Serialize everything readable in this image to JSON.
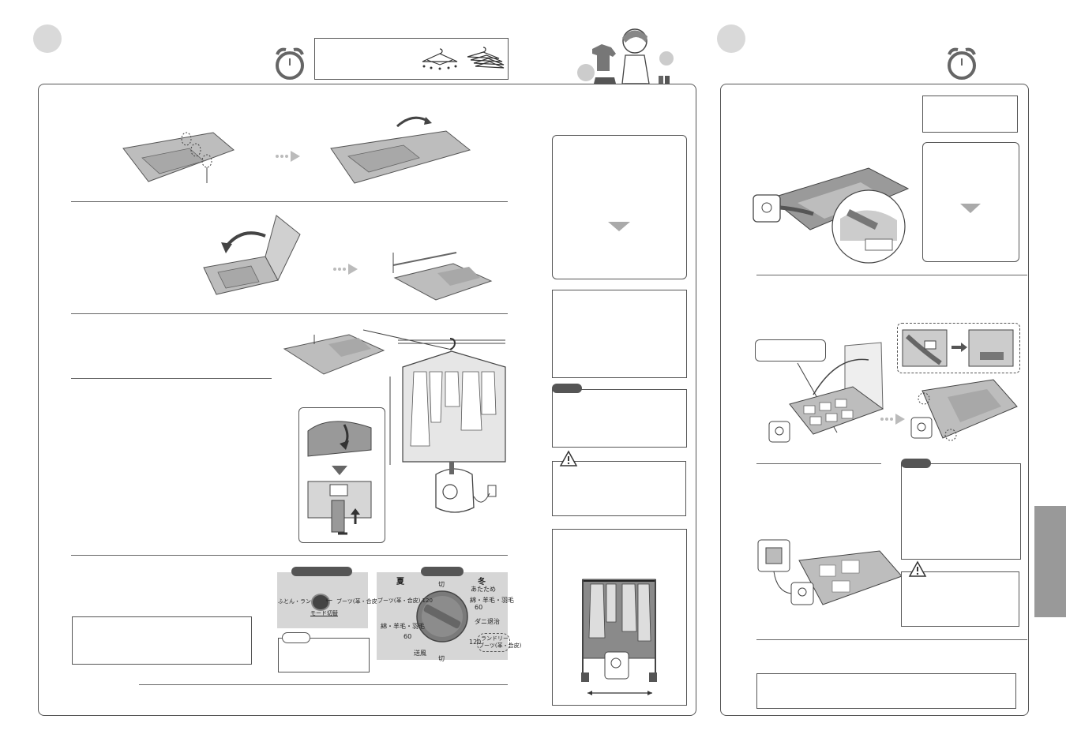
{
  "colors": {
    "badge": "#d9d9d9",
    "ink": "#555555",
    "tab": "#999999",
    "sheet": "#bdbdbd",
    "sheet_dark": "#8f8f8f"
  },
  "dial": {
    "season_left": "夏",
    "season_right": "冬",
    "top_label": "切",
    "bottom_label": "切",
    "labels": [
      "あたため",
      "綿・羊毛・羽毛",
      "60",
      "ダニ退治",
      "ブーツ(革・合皮) 120",
      "綿・羊毛・羽毛",
      "60",
      "送風",
      "120",
      "ランドリー",
      "ブーツ(革・合皮)"
    ]
  },
  "mode_switch": {
    "left_label": "ふとん・ランドリー",
    "right_label": "ブーツ(革・合皮)",
    "caption": "モード切替"
  },
  "icons": [
    "alarm-clock-icon",
    "hanger-icon",
    "warning-icon",
    "arrow-right-icon",
    "down-triangle-icon"
  ]
}
